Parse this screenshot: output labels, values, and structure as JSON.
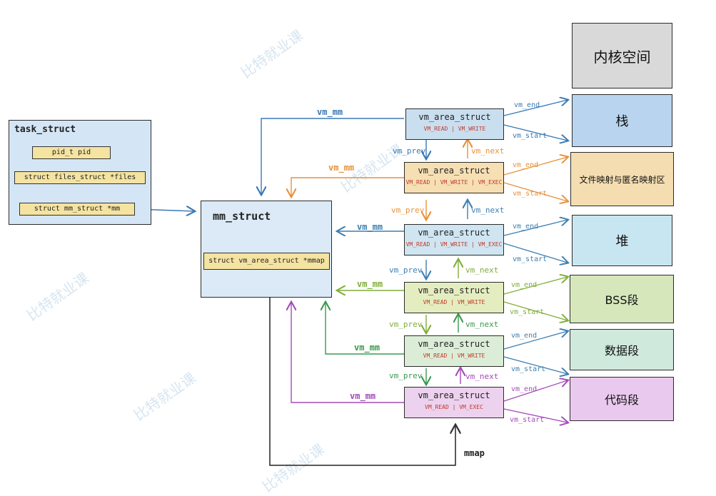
{
  "watermark": "比特就业课",
  "task_struct": {
    "title": "task_struct",
    "fields": [
      "pid_t  pid",
      "struct files_struct *files",
      "struct mm_struct     *mm"
    ]
  },
  "mm_struct": {
    "title": "mm_struct",
    "field": "struct vm_area_struct *mmap"
  },
  "vm_area_structs": [
    {
      "title": "vm_area_struct",
      "flags": "VM_READ  |  VM_WRITE",
      "color": "#c9dff0"
    },
    {
      "title": "vm_area_struct",
      "flags": "VM_READ | VM_WRITE | VM_EXEC",
      "color": "#f6dfb3"
    },
    {
      "title": "vm_area_struct",
      "flags": "VM_READ | VM_WRITE | VM_EXEC",
      "color": "#cfe5f1"
    },
    {
      "title": "vm_area_struct",
      "flags": "VM_READ  |  VM_WRITE",
      "color": "#e4edbf"
    },
    {
      "title": "vm_area_struct",
      "flags": "VM_READ  |  VM_WRITE",
      "color": "#dcedd7"
    },
    {
      "title": "vm_area_struct",
      "flags": "VM_READ  |  VM_EXEC",
      "color": "#ecd2ee"
    }
  ],
  "segments": [
    {
      "label": "内核空间",
      "color": "#d9d9d9"
    },
    {
      "label": "栈",
      "color": "#b9d4ef"
    },
    {
      "label": "文件映射与匿名映射区",
      "color": "#f4ddb0"
    },
    {
      "label": "堆",
      "color": "#c8e6f1"
    },
    {
      "label": "BSS段",
      "color": "#d6e8bb"
    },
    {
      "label": "数据段",
      "color": "#cfe9dd"
    },
    {
      "label": "代码段",
      "color": "#e9c9ee"
    }
  ],
  "labels": {
    "vm_mm": "vm_mm",
    "vm_prev": "vm_prev",
    "vm_next": "vm_next",
    "vm_end": "vm_end",
    "vm_start": "vm_start",
    "mmap": "mmap"
  },
  "colors": {
    "blue": "#3a78b5",
    "orange": "#e8913a",
    "teal": "#3d7fb0",
    "lime": "#7fae3a",
    "green": "#3a9a4e",
    "purple": "#a44bb8"
  }
}
